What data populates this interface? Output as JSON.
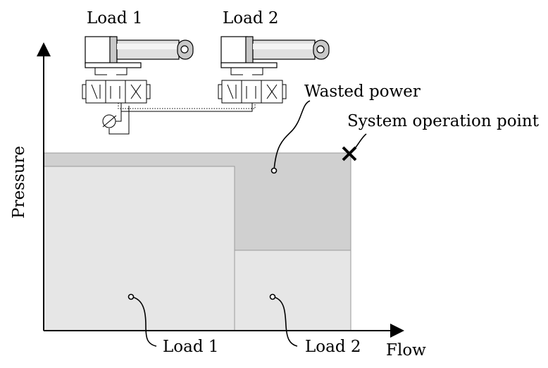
{
  "diagram": {
    "axes": {
      "x_label": "Flow",
      "y_label": "Pressure"
    },
    "loads": [
      {
        "name": "Load 1",
        "region_label": "Load 1"
      },
      {
        "name": "Load 2",
        "region_label": "Load 2"
      }
    ],
    "annotations": {
      "wasted_power": "Wasted power",
      "operation_point": "System operation point"
    },
    "colors": {
      "total_power_fill": "#d0d0d0",
      "load_fill": "#e6e6e6",
      "region_stroke": "#9a9a9a",
      "axis": "#000000"
    }
  }
}
